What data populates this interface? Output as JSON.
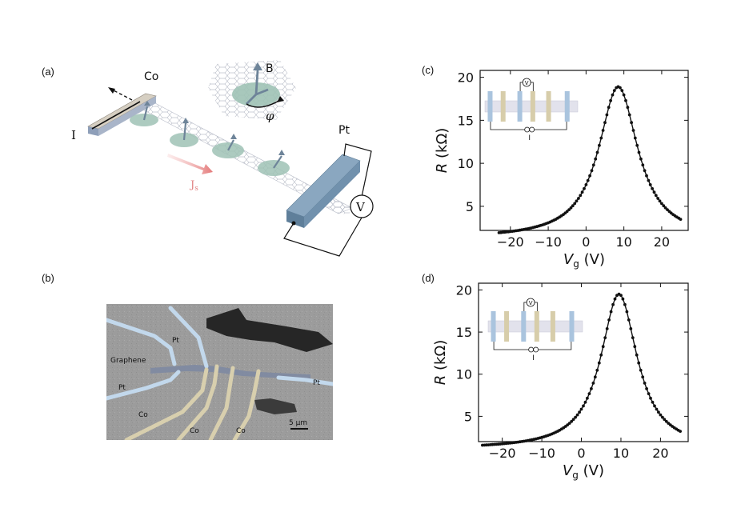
{
  "panels": {
    "a": {
      "label": "(a)",
      "co_label": "Co",
      "pt_label": "Pt",
      "b_label": "B",
      "phi_label": "φ",
      "i_label": "I",
      "js_label": "J",
      "js_sub": "s",
      "v_label": "V"
    },
    "b": {
      "label": "(b)",
      "labels": {
        "pt_top": "Pt",
        "graphene": "Graphene",
        "pt_left": "Pt",
        "pt_right": "Pt",
        "co_1": "Co",
        "co_2": "Co",
        "co_3": "Co",
        "scale": "5 μm"
      }
    },
    "c": {
      "label": "(c)",
      "inset_v": "V",
      "inset_i": "I"
    },
    "d": {
      "label": "(d)",
      "inset_v": "V",
      "inset_i": "I"
    }
  },
  "chart_data": [
    {
      "panel": "c",
      "type": "scatter",
      "xlabel": "V_g (V)",
      "ylabel": "R (kΩ)",
      "xlim": [
        -28,
        27
      ],
      "ylim": [
        2.2,
        20.8
      ],
      "xticks": [
        -20,
        -10,
        0,
        10,
        20
      ],
      "xtick_labels": [
        "−20",
        "−10",
        "0",
        "10",
        "20"
      ],
      "yticks": [
        5,
        10,
        15,
        20
      ],
      "ytick_labels": [
        "5",
        "10",
        "15",
        "20"
      ],
      "model": {
        "x_start": -23,
        "x_end": 25,
        "step": 0.5,
        "peak_x": 8.5,
        "peak_y": 18.9,
        "base": 1.25,
        "gamma": 6.3
      }
    },
    {
      "panel": "d",
      "type": "scatter",
      "xlabel": "V_g (V)",
      "ylabel": "R (kΩ)",
      "xlim": [
        -26,
        27
      ],
      "ylim": [
        2.0,
        20.8
      ],
      "xticks": [
        -20,
        -10,
        0,
        10,
        20
      ],
      "xtick_labels": [
        "−20",
        "−10",
        "0",
        "10",
        "20"
      ],
      "yticks": [
        5,
        10,
        15,
        20
      ],
      "ytick_labels": [
        "5",
        "10",
        "15",
        "20"
      ],
      "model": {
        "x_start": -25,
        "x_end": 25,
        "step": 0.5,
        "peak_x": 9.5,
        "peak_y": 19.5,
        "base": 1.1,
        "gamma": 5.6
      }
    }
  ]
}
